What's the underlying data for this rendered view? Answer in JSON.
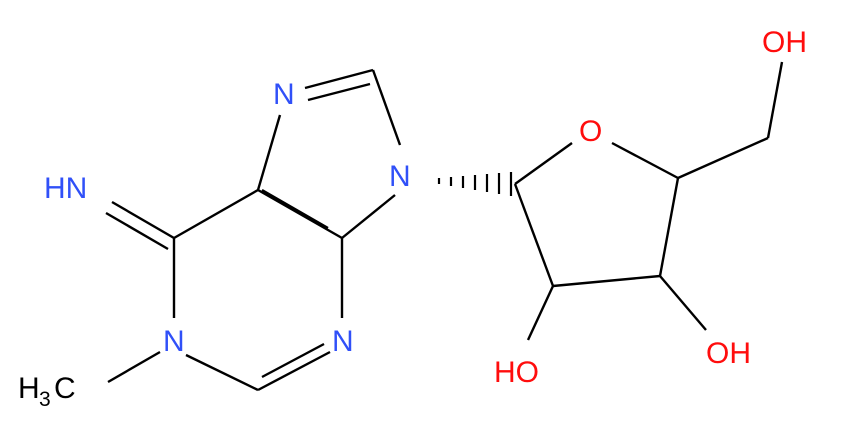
{
  "molecule": {
    "atom_labels": {
      "imine": "HN",
      "n_purine_top": "N",
      "n9": "N",
      "n_pyrimidine_bottom": "N",
      "n1": "N",
      "methyl_h": "H",
      "methyl_sub": "3",
      "methyl_c": "C",
      "ring_oxygen": "O",
      "oh_top": "OH",
      "oh_left": "HO",
      "oh_right": "OH"
    },
    "colors": {
      "nitrogen": "#3050F8",
      "oxygen": "#FF0D0D",
      "carbon": "#000000",
      "bond": "#000000"
    }
  }
}
